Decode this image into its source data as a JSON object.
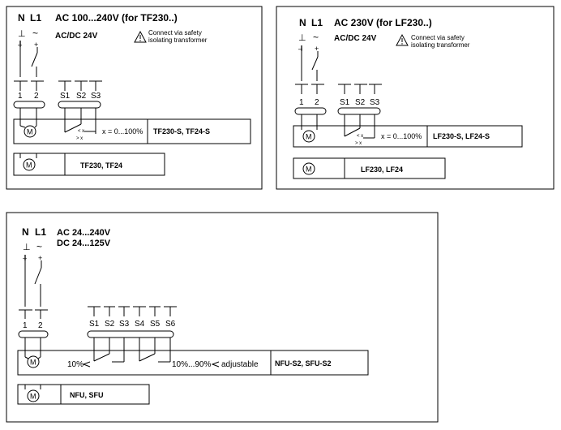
{
  "panel1": {
    "n_label": "N",
    "l1_label": "L1",
    "supply_ac": "AC 100...240V (for TF230..)",
    "supply_dc": "AC/DC 24V",
    "warning": [
      "Connect via safety",
      "isolating transformer"
    ],
    "terminals": [
      "1",
      "2"
    ],
    "aux_terminals": [
      "S1",
      "S2",
      "S3"
    ],
    "switch_lt": "< x",
    "switch_gt": "> x",
    "range": "x = 0...100%",
    "model_s": "TF230-S, TF24-S",
    "model": "TF230, TF24",
    "motor": "M"
  },
  "panel2": {
    "n_label": "N",
    "l1_label": "L1",
    "supply_ac": "AC 230V (for LF230..)",
    "supply_dc": "AC/DC 24V",
    "warning": [
      "Connect via safety",
      "isolating transformer"
    ],
    "terminals": [
      "1",
      "2"
    ],
    "aux_terminals": [
      "S1",
      "S2",
      "S3"
    ],
    "switch_lt": "< x",
    "switch_gt": "> x",
    "range": "x = 0...100%",
    "model_s": "LF230-S, LF24-S",
    "model": "LF230, LF24",
    "motor": "M"
  },
  "panel3": {
    "n_label": "N",
    "l1_label": "L1",
    "supply_ac": "AC 24...240V",
    "supply_dc": "DC 24...125V",
    "terminals": [
      "1",
      "2"
    ],
    "aux_terminals": [
      "S1",
      "S2",
      "S3",
      "S4",
      "S5",
      "S6"
    ],
    "switch1": "10%",
    "switch2": "10%...90%",
    "adjustable": "adjustable",
    "model_s": "NFU-S2, SFU-S2",
    "model": "NFU, SFU",
    "motor": "M"
  },
  "symbols": {
    "ground": "⊥",
    "ac": "~",
    "minus": "–",
    "plus": "+"
  }
}
